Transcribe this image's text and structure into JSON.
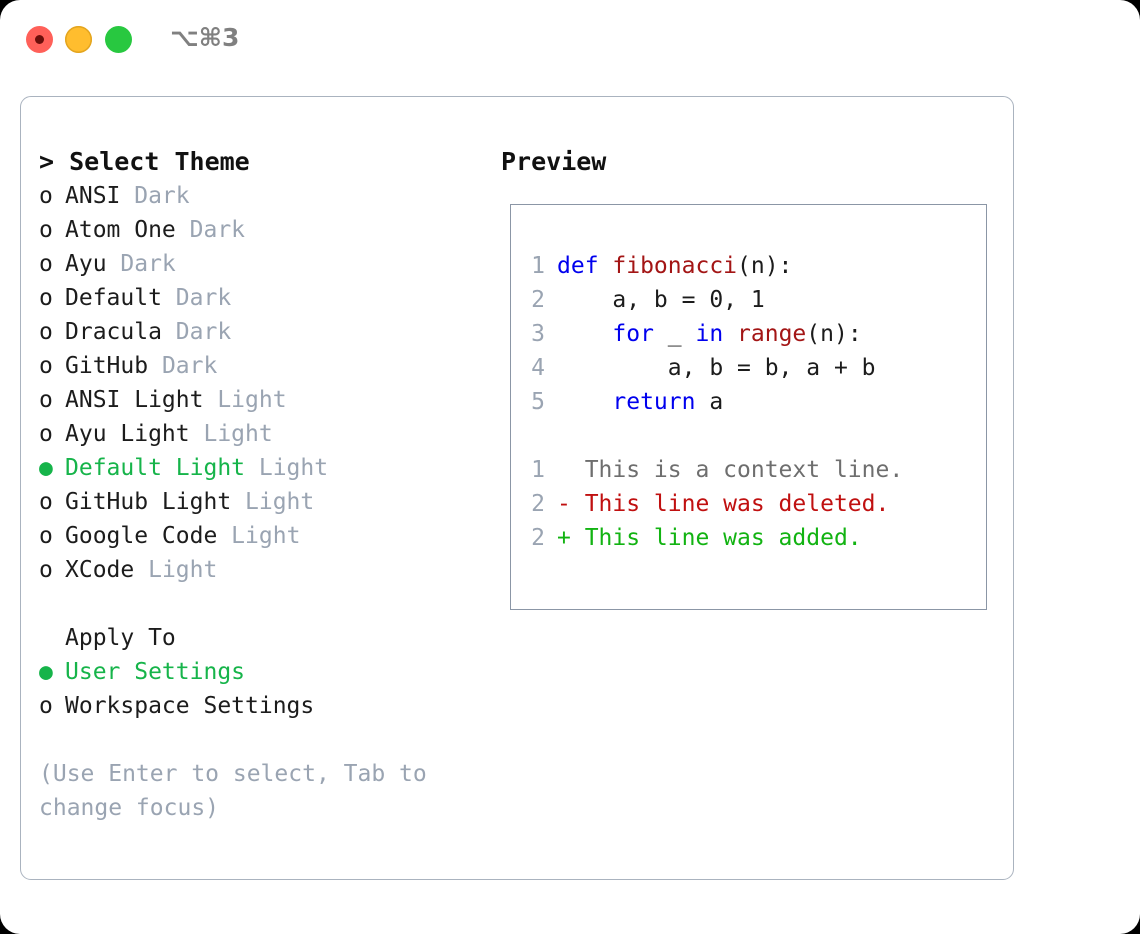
{
  "titlebar": {
    "shortcut": "⌥⌘3",
    "buttons": {
      "close": "close",
      "minimize": "minimize",
      "maximize": "maximize"
    }
  },
  "theme_panel": {
    "heading": "> Select Theme",
    "items": [
      {
        "marker": "o",
        "label": "ANSI",
        "suffix": "Dark",
        "selected": false
      },
      {
        "marker": "o",
        "label": "Atom One",
        "suffix": "Dark",
        "selected": false
      },
      {
        "marker": "o",
        "label": "Ayu",
        "suffix": "Dark",
        "selected": false
      },
      {
        "marker": "o",
        "label": "Default",
        "suffix": "Dark",
        "selected": false
      },
      {
        "marker": "o",
        "label": "Dracula",
        "suffix": "Dark",
        "selected": false
      },
      {
        "marker": "o",
        "label": "GitHub",
        "suffix": "Dark",
        "selected": false
      },
      {
        "marker": "o",
        "label": "ANSI Light",
        "suffix": "Light",
        "selected": false
      },
      {
        "marker": "o",
        "label": "Ayu Light",
        "suffix": "Light",
        "selected": false
      },
      {
        "marker": "●",
        "label": "Default Light",
        "suffix": "Light",
        "selected": true
      },
      {
        "marker": "o",
        "label": "GitHub Light",
        "suffix": "Light",
        "selected": false
      },
      {
        "marker": "o",
        "label": "Google Code",
        "suffix": "Light",
        "selected": false
      },
      {
        "marker": "o",
        "label": "XCode",
        "suffix": "Light",
        "selected": false
      }
    ],
    "apply_to": {
      "label": "Apply To",
      "options": [
        {
          "marker": "●",
          "label": "User Settings",
          "selected": true
        },
        {
          "marker": "o",
          "label": "Workspace Settings",
          "selected": false
        }
      ]
    },
    "hint": "(Use Enter to select, Tab to change focus)"
  },
  "preview_panel": {
    "heading": "Preview",
    "code_lines": [
      {
        "no": "1",
        "tokens": [
          {
            "t": "def ",
            "c": "kw"
          },
          {
            "t": "fibonacci",
            "c": "fn"
          },
          {
            "t": "(n):",
            "c": "plain"
          }
        ]
      },
      {
        "no": "2",
        "tokens": [
          {
            "t": "    a, b = 0, 1",
            "c": "plain"
          }
        ]
      },
      {
        "no": "3",
        "tokens": [
          {
            "t": "    ",
            "c": "plain"
          },
          {
            "t": "for",
            "c": "kw"
          },
          {
            "t": " _ ",
            "c": "plain"
          },
          {
            "t": "in",
            "c": "kw"
          },
          {
            "t": " ",
            "c": "plain"
          },
          {
            "t": "range",
            "c": "fn2"
          },
          {
            "t": "(n):",
            "c": "plain"
          }
        ]
      },
      {
        "no": "4",
        "tokens": [
          {
            "t": "        a, b = b, a + b",
            "c": "plain"
          }
        ]
      },
      {
        "no": "5",
        "tokens": [
          {
            "t": "    ",
            "c": "plain"
          },
          {
            "t": "return",
            "c": "kw"
          },
          {
            "t": " a",
            "c": "plain"
          }
        ]
      }
    ],
    "diff_lines": [
      {
        "no": "1",
        "text": "  This is a context line.",
        "kind": "diff-context"
      },
      {
        "no": "2",
        "text": "- This line was deleted.",
        "kind": "diff-del"
      },
      {
        "no": "2",
        "text": "+ This line was added.",
        "kind": "diff-add"
      }
    ]
  },
  "colors": {
    "accent_green": "#16b44a",
    "muted": "#9aa4b2",
    "keyword_blue": "#0000ee",
    "function_red": "#a31515",
    "diff_delete": "#c01010",
    "diff_add": "#12b312",
    "panel_border": "#aab3bf",
    "traffic_red": "#ff6059",
    "traffic_yellow": "#ffbd2e",
    "traffic_green": "#28c840"
  }
}
